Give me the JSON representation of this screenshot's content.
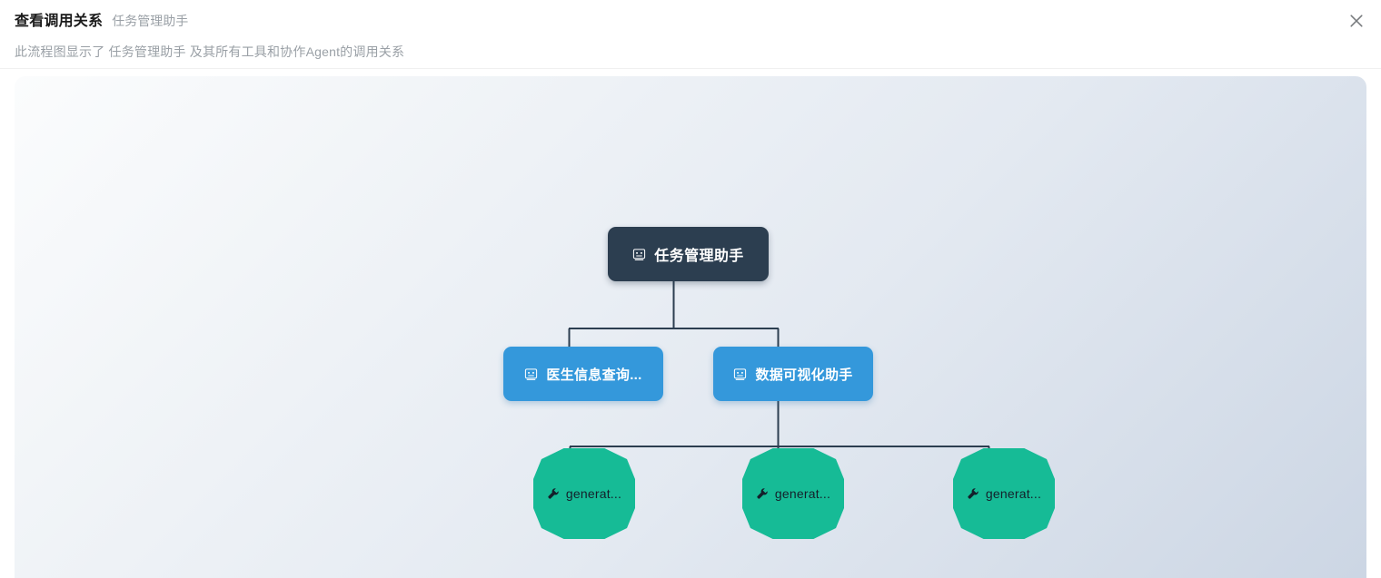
{
  "header": {
    "title": "查看调用关系",
    "subtitle": "任务管理助手",
    "description": "此流程图显示了 任务管理助手 及其所有工具和协作Agent的调用关系",
    "close_icon": "close-icon"
  },
  "colors": {
    "root_node": "#2c3e50",
    "agent_node": "#3498db",
    "tool_node": "#16bb96",
    "edge": "#2c3e50",
    "canvas_start": "#fbfcfd",
    "canvas_end": "#ccd6e4",
    "title_text": "#1a1a1a",
    "muted_text": "#9aa0a6"
  },
  "graph": {
    "root": {
      "label": "任务管理助手",
      "icon": "robot-icon",
      "type": "root-agent"
    },
    "agents": [
      {
        "label": "医生信息查询...",
        "icon": "robot-icon",
        "type": "agent"
      },
      {
        "label": "数据可视化助手",
        "icon": "robot-icon",
        "type": "agent"
      }
    ],
    "tools": [
      {
        "label": "generat...",
        "icon": "wrench-icon",
        "type": "tool"
      },
      {
        "label": "generat...",
        "icon": "wrench-icon",
        "type": "tool"
      },
      {
        "label": "generat...",
        "icon": "wrench-icon",
        "type": "tool"
      }
    ]
  }
}
